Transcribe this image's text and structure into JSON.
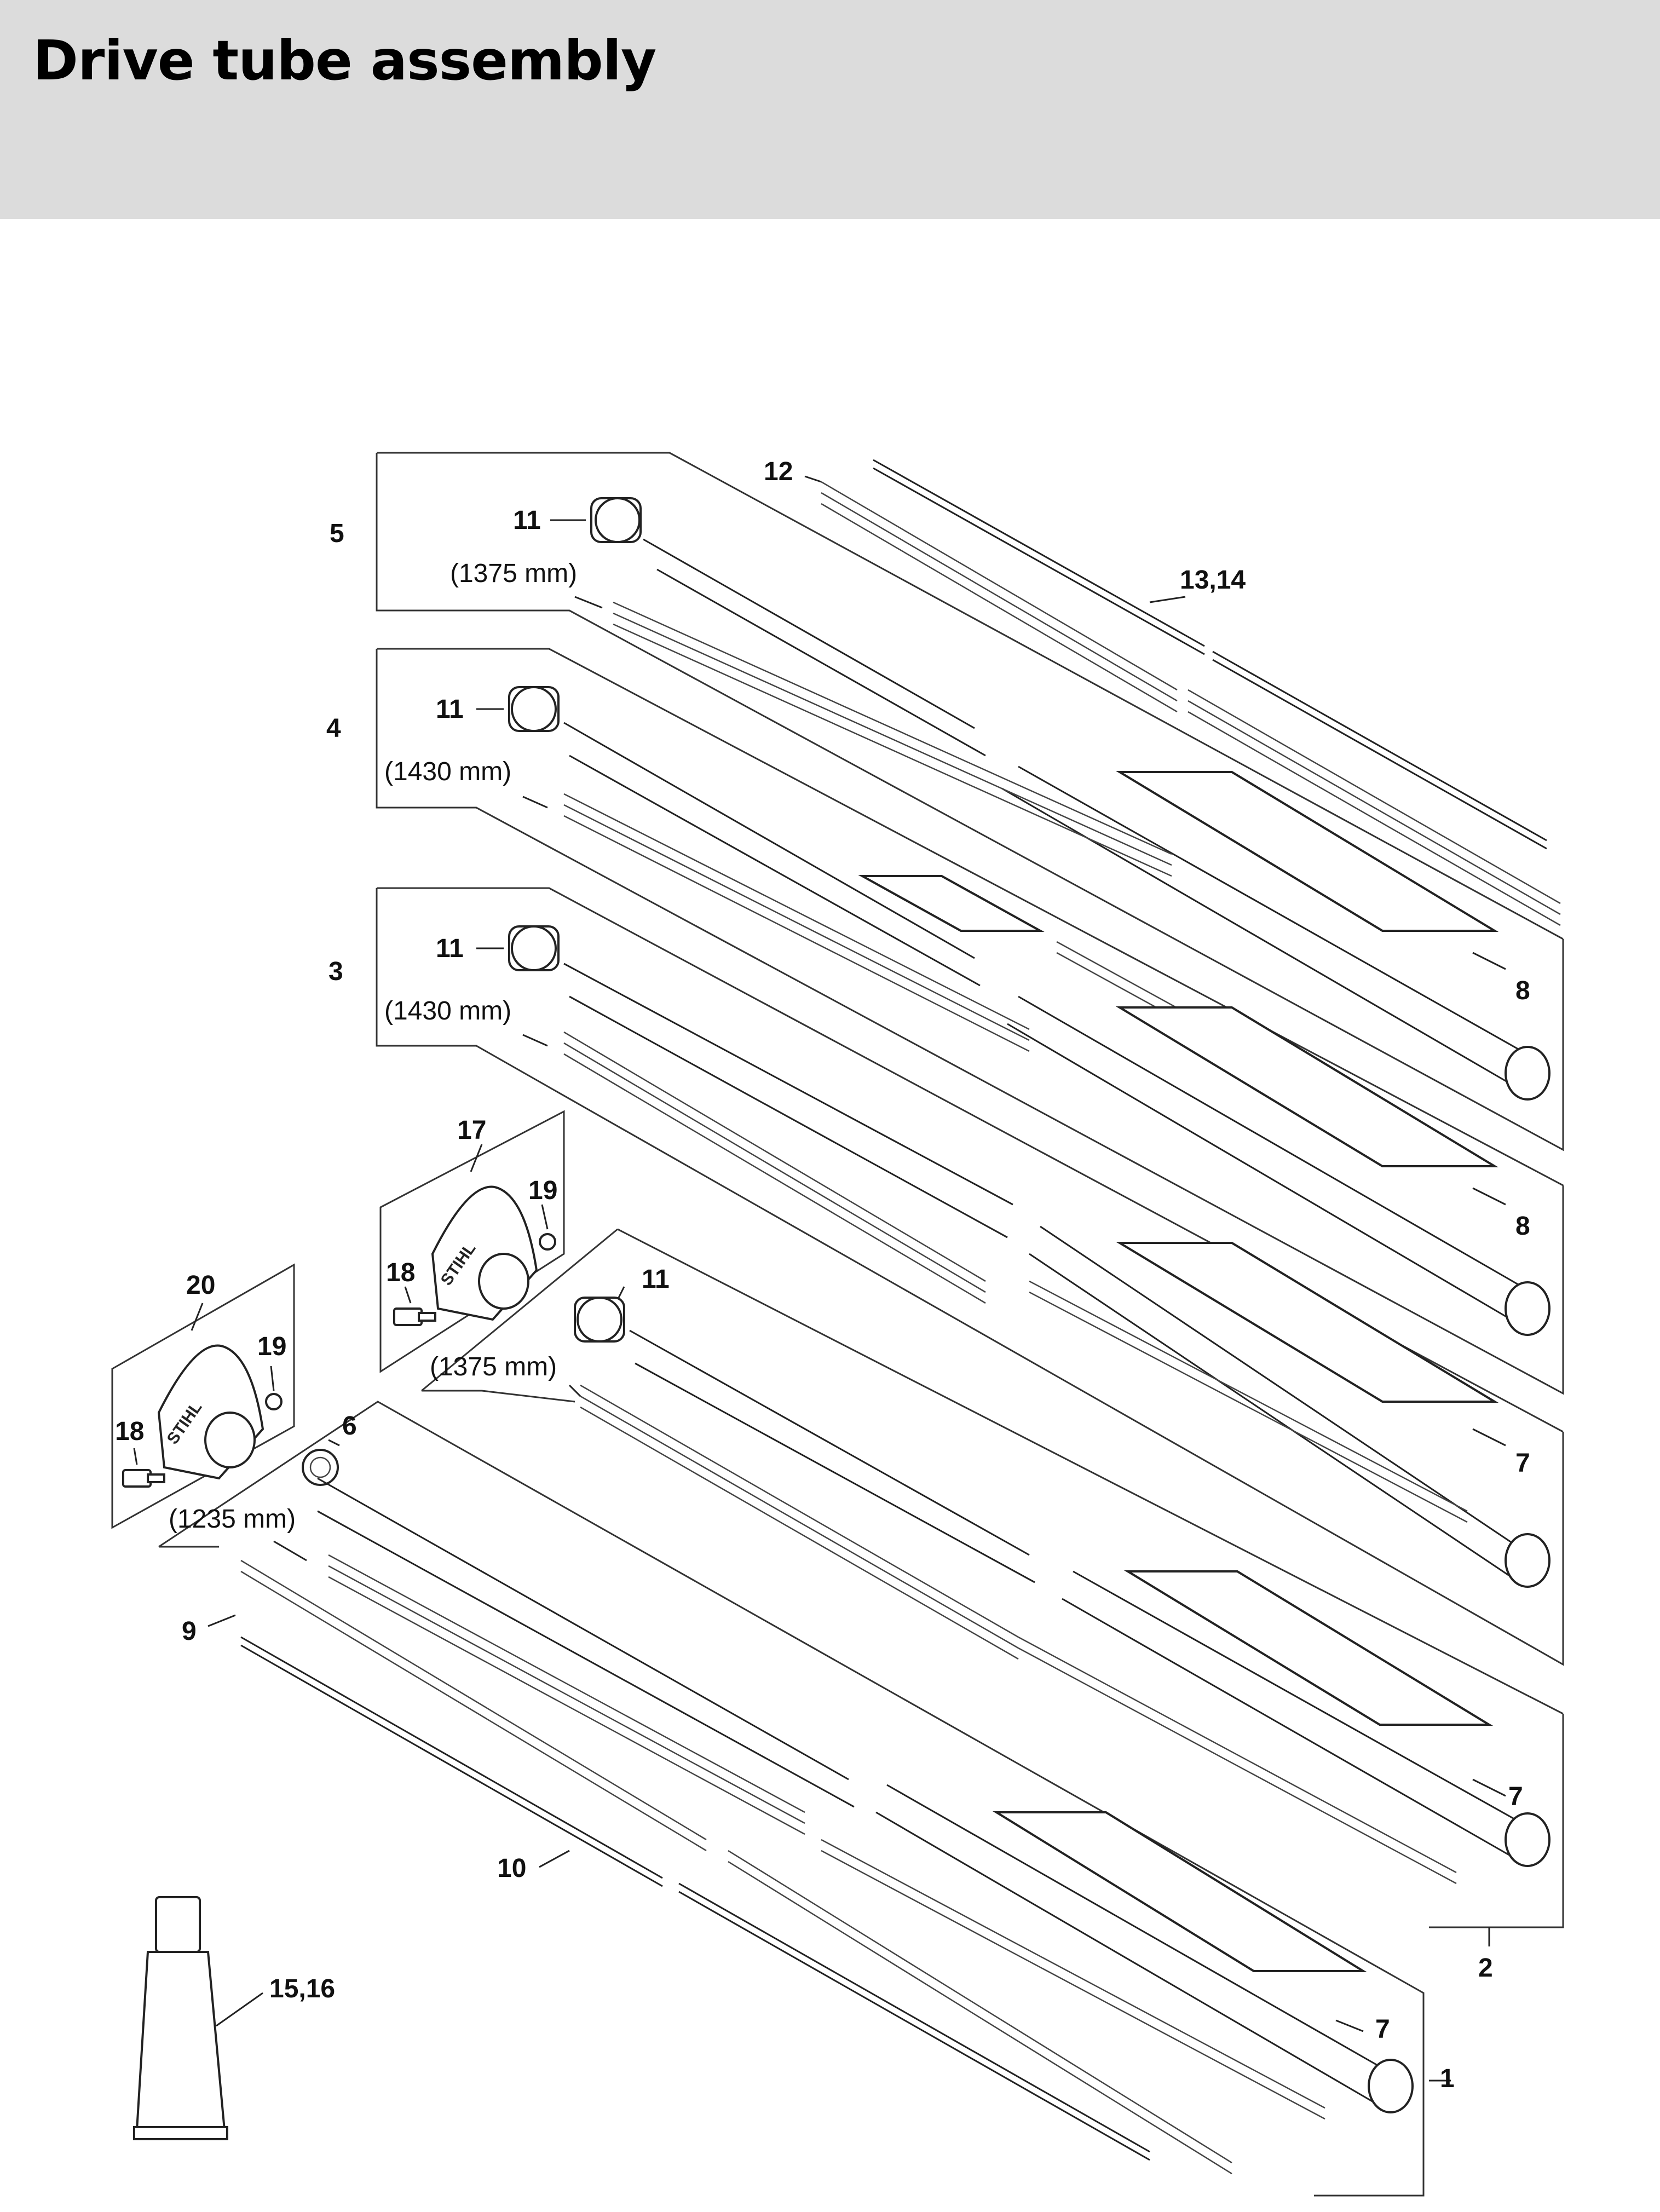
{
  "header": {
    "title": "Drive tube assembly",
    "background_color": "#dcdcdc"
  },
  "diagram": {
    "callouts": [
      {
        "label": "1"
      },
      {
        "label": "2"
      },
      {
        "label": "3"
      },
      {
        "label": "4"
      },
      {
        "label": "5"
      },
      {
        "label": "6"
      },
      {
        "label": "7"
      },
      {
        "label": "8"
      },
      {
        "label": "9"
      },
      {
        "label": "10"
      },
      {
        "label": "11"
      },
      {
        "label": "12"
      },
      {
        "label": "13,14"
      },
      {
        "label": "15,16"
      },
      {
        "label": "17"
      },
      {
        "label": "18"
      },
      {
        "label": "19"
      },
      {
        "label": "20"
      }
    ],
    "dimensions": {
      "tube_5": "(1375 mm)",
      "tube_4": "(1430 mm)",
      "tube_3": "(1430 mm)",
      "tube_2": "(1375 mm)",
      "tube_1": "(1235 mm)"
    },
    "handle_logo_text": "STIHL"
  }
}
